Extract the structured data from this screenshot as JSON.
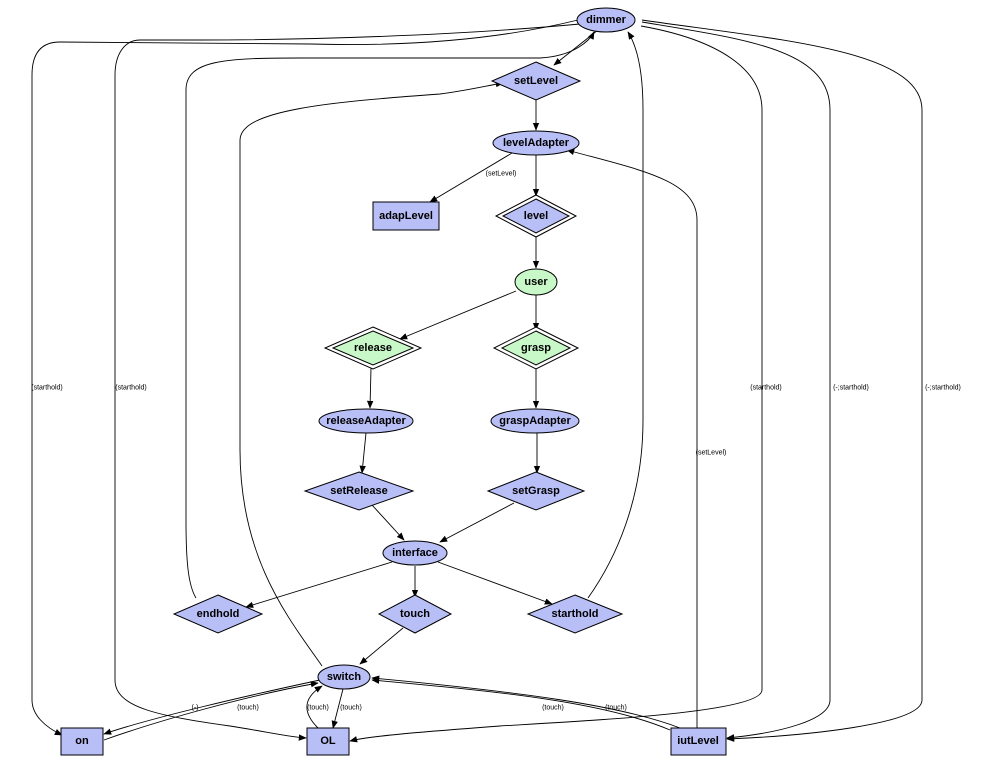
{
  "colors": {
    "node_blue": "#b8bef6",
    "node_green": "#c8f8c8",
    "stroke": "#000000",
    "background": "#ffffff"
  },
  "nodes": {
    "dimmer": "dimmer",
    "setLevel": "setLevel",
    "levelAdapter": "levelAdapter",
    "adapLevel": "adapLevel",
    "level": "level",
    "user": "user",
    "release": "release",
    "grasp": "grasp",
    "releaseAdapter": "releaseAdapter",
    "graspAdapter": "graspAdapter",
    "setRelease": "setRelease",
    "setGrasp": "setGrasp",
    "interface": "interface",
    "endhold": "endhold",
    "touch": "touch",
    "starthold": "starthold",
    "switch": "switch",
    "on": "on",
    "OL": "OL",
    "iutLevel": "iutLevel"
  },
  "edge_labels": {
    "la_adap": "(setLevel)",
    "dim_on": "(starthold)",
    "dim_OL": "(starthold)",
    "dim_iut1": "(starthold)",
    "dim_iut2": "(-;starthold)",
    "dim_iut3": "(-;starthold)",
    "iut_la": "(setLevel)",
    "sw_on": "(-)",
    "on_sw": "(touch)",
    "OL_sw": "(touch)",
    "sw_OL": "(touch)",
    "iut_sw1": "(touch)",
    "iut_sw2": "(touch)"
  }
}
